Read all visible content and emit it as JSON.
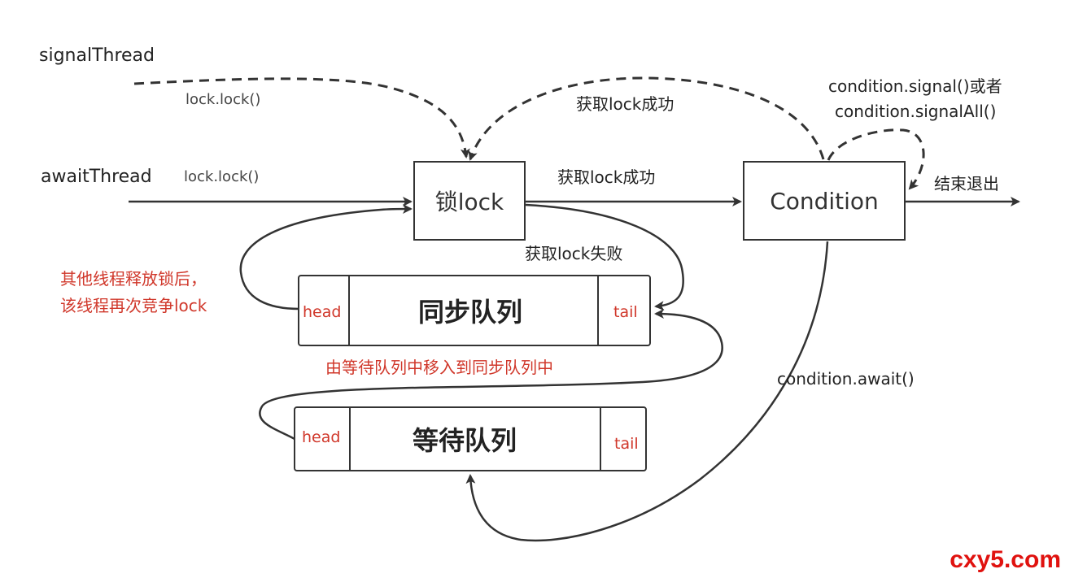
{
  "threads": {
    "signal": "signalThread",
    "await": "awaitThread"
  },
  "arrows": {
    "signal_lock_call": "lock.lock()",
    "await_lock_call": "lock.lock()",
    "acquire_success_top": "获取lock成功",
    "acquire_success_mid": "获取lock成功",
    "acquire_fail": "获取lock失败",
    "signal_methods": [
      "condition.signal()或者",
      "condition.signalAll()"
    ],
    "exit": "结束退出",
    "await_call": "condition.await()",
    "move_to_sync": "由等待队列中移入到同步队列中",
    "recompete": [
      "其他线程释放锁后，",
      "该线程再次竞争lock"
    ]
  },
  "boxes": {
    "lock": "锁lock",
    "condition": "Condition"
  },
  "queues": {
    "sync": {
      "head": "head",
      "name": "同步队列",
      "tail": "tail"
    },
    "wait": {
      "head": "head",
      "name": "等待队列",
      "tail": "tail"
    }
  },
  "colors": {
    "stroke": "#333333",
    "accent_red": "#d0372a",
    "watermark": "#e0120f"
  },
  "watermark": "cxy5.com"
}
